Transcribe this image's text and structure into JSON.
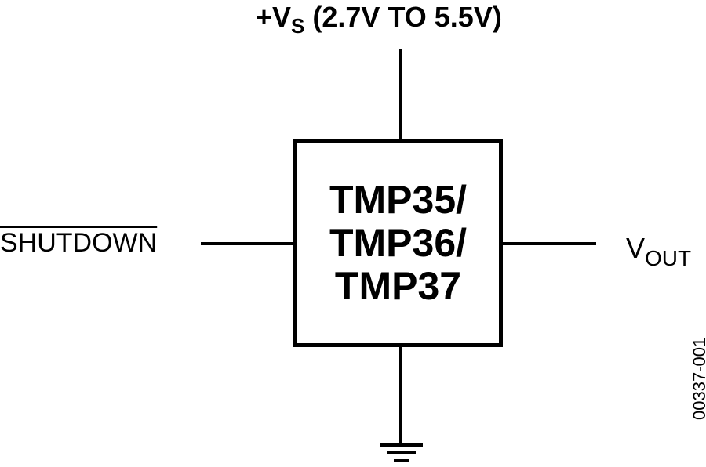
{
  "supply": {
    "prefix": "+V",
    "subscript": "S",
    "range": " (2.7V TO 5.5V)"
  },
  "chip": {
    "lines": [
      "TMP35/",
      "TMP36/",
      "TMP37"
    ]
  },
  "shutdown": {
    "label": "SHUTDOWN"
  },
  "output": {
    "main": "V",
    "subscript": "OUT"
  },
  "figure": {
    "code": "00337-001"
  }
}
